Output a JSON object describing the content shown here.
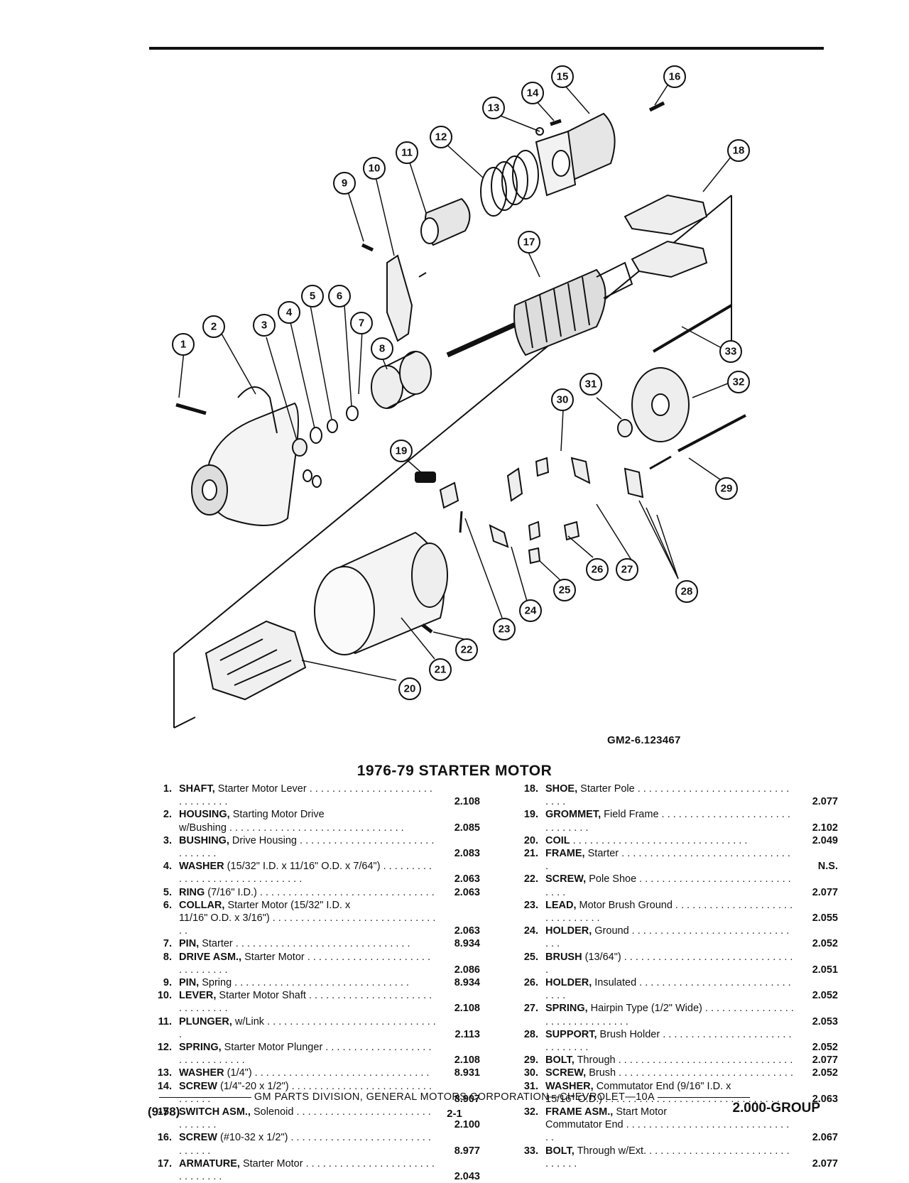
{
  "diagram": {
    "reference_code": "GM2-6.123467",
    "callouts": [
      "1",
      "2",
      "3",
      "4",
      "5",
      "6",
      "7",
      "8",
      "9",
      "10",
      "11",
      "12",
      "13",
      "14",
      "15",
      "16",
      "17",
      "18",
      "19",
      "20",
      "21",
      "22",
      "23",
      "24",
      "25",
      "26",
      "27",
      "28",
      "29",
      "30",
      "31",
      "32",
      "33"
    ]
  },
  "title": "1976-79 STARTER MOTOR",
  "parts_left": [
    {
      "num": "1.",
      "name": "SHAFT,",
      "desc": " Starter Motor Lever",
      "ref": "2.108"
    },
    {
      "num": "2.",
      "name": "HOUSING,",
      "desc": " Starting Motor Drive\nw/Bushing",
      "ref": "2.085"
    },
    {
      "num": "3.",
      "name": "BUSHING,",
      "desc": " Drive Housing",
      "ref": "2.083"
    },
    {
      "num": "4.",
      "name": "WASHER",
      "desc": " (15/32\" I.D. x 11/16\" O.D. x 7/64\")",
      "ref": "2.063"
    },
    {
      "num": "5.",
      "name": "RING",
      "desc": " (7/16\" I.D.)",
      "ref": "2.063"
    },
    {
      "num": "6.",
      "name": "COLLAR,",
      "desc": " Starter Motor (15/32\" I.D. x\n11/16\" O.D. x 3/16\")",
      "ref": "2.063"
    },
    {
      "num": "7.",
      "name": "PIN,",
      "desc": " Starter",
      "ref": "8.934"
    },
    {
      "num": "8.",
      "name": "DRIVE ASM.,",
      "desc": " Starter Motor",
      "ref": "2.086"
    },
    {
      "num": "9.",
      "name": "PIN,",
      "desc": " Spring",
      "ref": "8.934"
    },
    {
      "num": "10.",
      "name": "LEVER,",
      "desc": " Starter Motor Shaft",
      "ref": "2.108"
    },
    {
      "num": "11.",
      "name": "PLUNGER,",
      "desc": " w/Link",
      "ref": "2.113"
    },
    {
      "num": "12.",
      "name": "SPRING,",
      "desc": " Starter Motor Plunger",
      "ref": "2.108"
    },
    {
      "num": "13.",
      "name": "WASHER",
      "desc": " (1/4\")",
      "ref": "8.931"
    },
    {
      "num": "14.",
      "name": "SCREW",
      "desc": " (1/4\"-20 x 1/2\")",
      "ref": "8.907"
    },
    {
      "num": "15.",
      "name": "SWITCH ASM.,",
      "desc": " Solenoid",
      "ref": "2.100"
    },
    {
      "num": "16.",
      "name": "SCREW",
      "desc": " (#10-32 x 1/2\")",
      "ref": "8.977"
    },
    {
      "num": "17.",
      "name": "ARMATURE,",
      "desc": " Starter Motor",
      "ref": "2.043"
    }
  ],
  "parts_right": [
    {
      "num": "18.",
      "name": "SHOE,",
      "desc": " Starter Pole",
      "ref": "2.077"
    },
    {
      "num": "19.",
      "name": "GROMMET,",
      "desc": " Field Frame",
      "ref": "2.102"
    },
    {
      "num": "20.",
      "name": "COIL",
      "desc": "",
      "ref": "2.049"
    },
    {
      "num": "21.",
      "name": "FRAME,",
      "desc": " Starter",
      "ref": "N.S."
    },
    {
      "num": "22.",
      "name": "SCREW,",
      "desc": " Pole Shoe",
      "ref": "2.077"
    },
    {
      "num": "23.",
      "name": "LEAD,",
      "desc": " Motor Brush Ground",
      "ref": "2.055"
    },
    {
      "num": "24.",
      "name": "HOLDER,",
      "desc": " Ground",
      "ref": "2.052"
    },
    {
      "num": "25.",
      "name": "BRUSH",
      "desc": " (13/64\")",
      "ref": "2.051"
    },
    {
      "num": "26.",
      "name": "HOLDER,",
      "desc": " Insulated",
      "ref": "2.052"
    },
    {
      "num": "27.",
      "name": "SPRING,",
      "desc": " Hairpin Type (1/2\" Wide)",
      "ref": "2.053"
    },
    {
      "num": "28.",
      "name": "SUPPORT,",
      "desc": " Brush Holder",
      "ref": "2.052"
    },
    {
      "num": "29.",
      "name": "BOLT,",
      "desc": " Through",
      "ref": "2.077"
    },
    {
      "num": "30.",
      "name": "SCREW,",
      "desc": " Brush",
      "ref": "2.052"
    },
    {
      "num": "31.",
      "name": "WASHER,",
      "desc": " Commutator End (9/16\" I.D. x\n15/16\" O.D.)",
      "ref": "2.063"
    },
    {
      "num": "32.",
      "name": "FRAME ASM.,",
      "desc": " Start Motor\nCommutator End",
      "ref": "2.067"
    },
    {
      "num": "33.",
      "name": "BOLT,",
      "desc": " Through w/Ext.",
      "ref": "2.077"
    }
  ],
  "footer": {
    "center": "GM PARTS DIVISION, GENERAL MOTORS CORPORATION—CHEVROLET—10A",
    "left": "(9-78)",
    "page": "2-1",
    "right": "2.000-GROUP"
  }
}
